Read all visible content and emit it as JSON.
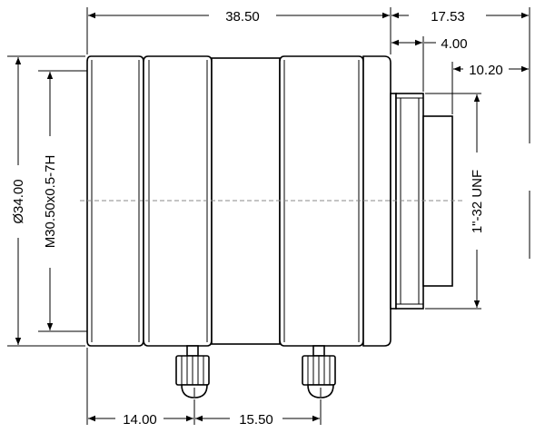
{
  "dimensions": {
    "overall_length": "38.50",
    "flange_length": "17.53",
    "flange_step": "4.00",
    "thread_depth": "10.20",
    "outer_diameter": "Ø34.00",
    "filter_thread": "M30.50x0.5-7H",
    "mount_thread": "1\"-32 UNF",
    "screw1_offset": "14.00",
    "screw_spacing": "15.50"
  }
}
